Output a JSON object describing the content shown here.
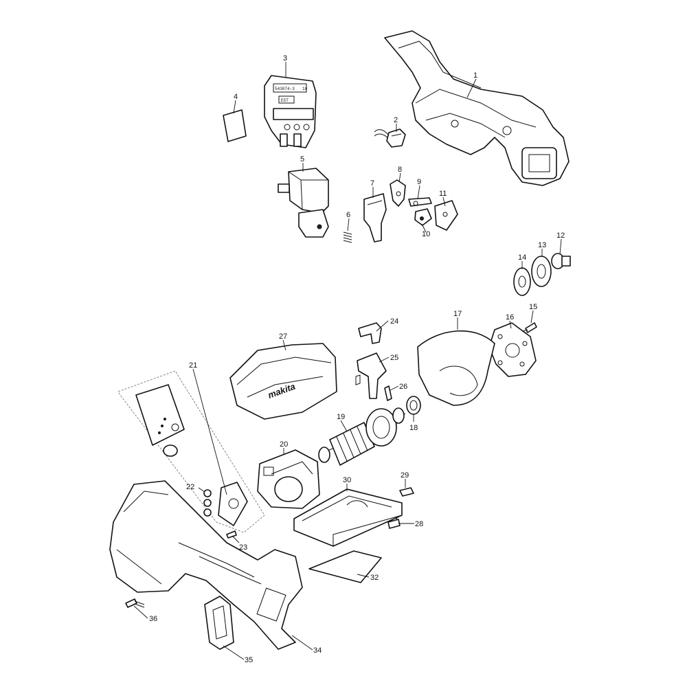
{
  "diagram": {
    "brand_text": "makita",
    "chip_text": "543074-3",
    "chip_sub": "10",
    "chip_mark": "E5T",
    "callouts": {
      "c1": "1",
      "c2": "2",
      "c3": "3",
      "c4": "4",
      "c5": "5",
      "c6": "6",
      "c7": "7",
      "c8": "8",
      "c9": "9",
      "c10": "10",
      "c11": "11",
      "c12": "12",
      "c13": "13",
      "c14": "14",
      "c15": "15",
      "c16": "16",
      "c17": "17",
      "c18": "18",
      "c19": "19",
      "c20": "20",
      "c21": "21",
      "c22": "22",
      "c23": "23",
      "c24": "24",
      "c25": "25",
      "c26": "26",
      "c27": "27",
      "c28": "28",
      "c29": "29",
      "c30": "30",
      "c32": "32",
      "c34": "34",
      "c35": "35",
      "c36": "36"
    }
  }
}
